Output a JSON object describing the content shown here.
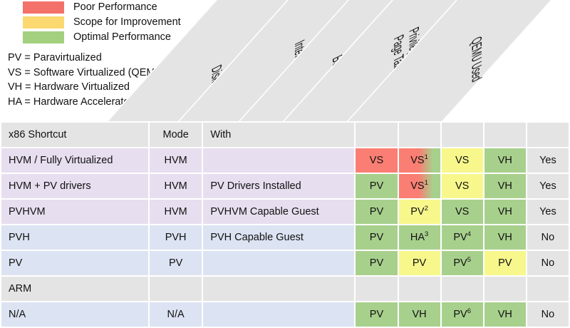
{
  "legend": {
    "items": [
      {
        "label": "Poor Performance",
        "color": "#F4706A"
      },
      {
        "label": "Scope for Improvement",
        "color": "#FCD870"
      },
      {
        "label": "Optimal Performance",
        "color": "#A3D07F"
      }
    ]
  },
  "abbreviations": [
    "PV = Paravirtualized",
    "VS = Software Virtualized (QEMU)",
    "VH = Hardware Virtualized",
    "HA = Hardware Accelerated"
  ],
  "banners": [
    {
      "label": "Disk and Network"
    },
    {
      "label": "Interrupts & Timers"
    },
    {
      "label": "Boot Path"
    },
    {
      "label": "Privileged Instructions,\nPage Tables"
    },
    {
      "label": "QEMU Used"
    }
  ],
  "table": {
    "headers": {
      "shortcut": "x86 Shortcut",
      "mode": "Mode",
      "with": "With",
      "col_disk": "",
      "col_interrupts": "",
      "col_boot": "",
      "col_privileged": "",
      "col_qemu": ""
    },
    "rows": [
      {
        "type": "data",
        "tint": "purple",
        "shortcut": "HVM / Fully Virtualized",
        "mode": "HVM",
        "with": "",
        "cells": [
          {
            "text": "VS",
            "sup": "",
            "status": "red"
          },
          {
            "text": "VS",
            "sup": "1",
            "status": "gradient"
          },
          {
            "text": "VS",
            "sup": "",
            "status": "yellow"
          },
          {
            "text": "VH",
            "sup": "",
            "status": "green"
          },
          {
            "text": "Yes",
            "sup": "",
            "status": "grey"
          }
        ]
      },
      {
        "type": "data",
        "tint": "purple",
        "shortcut": "HVM + PV drivers",
        "mode": "HVM",
        "with": "PV Drivers Installed",
        "cells": [
          {
            "text": "PV",
            "sup": "",
            "status": "green"
          },
          {
            "text": "VS",
            "sup": "1",
            "status": "gradient"
          },
          {
            "text": "VS",
            "sup": "",
            "status": "yellow"
          },
          {
            "text": "VH",
            "sup": "",
            "status": "green"
          },
          {
            "text": "Yes",
            "sup": "",
            "status": "grey"
          }
        ]
      },
      {
        "type": "data",
        "tint": "purple",
        "shortcut": "PVHVM",
        "mode": "HVM",
        "with": "PVHVM Capable Guest",
        "cells": [
          {
            "text": "PV",
            "sup": "",
            "status": "green"
          },
          {
            "text": "PV",
            "sup": "2",
            "status": "yellow"
          },
          {
            "text": "VS",
            "sup": "",
            "status": "green"
          },
          {
            "text": "VH",
            "sup": "",
            "status": "green"
          },
          {
            "text": "Yes",
            "sup": "",
            "status": "grey"
          }
        ]
      },
      {
        "type": "data",
        "tint": "blue",
        "shortcut": "PVH",
        "mode": "PVH",
        "with": "PVH Capable Guest",
        "cells": [
          {
            "text": "PV",
            "sup": "",
            "status": "green"
          },
          {
            "text": "HA",
            "sup": "3",
            "status": "green"
          },
          {
            "text": "PV",
            "sup": "4",
            "status": "green"
          },
          {
            "text": "VH",
            "sup": "",
            "status": "green"
          },
          {
            "text": "No",
            "sup": "",
            "status": "grey"
          }
        ]
      },
      {
        "type": "data",
        "tint": "blue",
        "shortcut": "PV",
        "mode": "PV",
        "with": "",
        "cells": [
          {
            "text": "PV",
            "sup": "",
            "status": "green"
          },
          {
            "text": "PV",
            "sup": "",
            "status": "yellow"
          },
          {
            "text": "PV",
            "sup": "5",
            "status": "green"
          },
          {
            "text": "PV",
            "sup": "",
            "status": "yellow"
          },
          {
            "text": "No",
            "sup": "",
            "status": "grey"
          }
        ]
      },
      {
        "type": "section",
        "tint": "grey",
        "shortcut": "ARM",
        "mode": "",
        "with": "",
        "cells": [
          {
            "text": "",
            "sup": "",
            "status": "blank"
          },
          {
            "text": "",
            "sup": "",
            "status": "blank"
          },
          {
            "text": "",
            "sup": "",
            "status": "blank"
          },
          {
            "text": "",
            "sup": "",
            "status": "blank"
          },
          {
            "text": "",
            "sup": "",
            "status": "blank"
          }
        ]
      },
      {
        "type": "data",
        "tint": "blue",
        "shortcut": "N/A",
        "mode": "N/A",
        "with": "",
        "cells": [
          {
            "text": "PV",
            "sup": "",
            "status": "green"
          },
          {
            "text": "VH",
            "sup": "",
            "status": "green"
          },
          {
            "text": "PV",
            "sup": "6",
            "status": "green"
          },
          {
            "text": "VH",
            "sup": "",
            "status": "green"
          },
          {
            "text": "No",
            "sup": "",
            "status": "grey"
          }
        ]
      }
    ]
  },
  "colors": {
    "poor": "#FA7E73",
    "scope": "#F7F78C",
    "optimal": "#A8D08D",
    "neutral": "#E4E4E4",
    "tint_purple": "#E7DEEF",
    "tint_blue": "#DCE3F2"
  }
}
